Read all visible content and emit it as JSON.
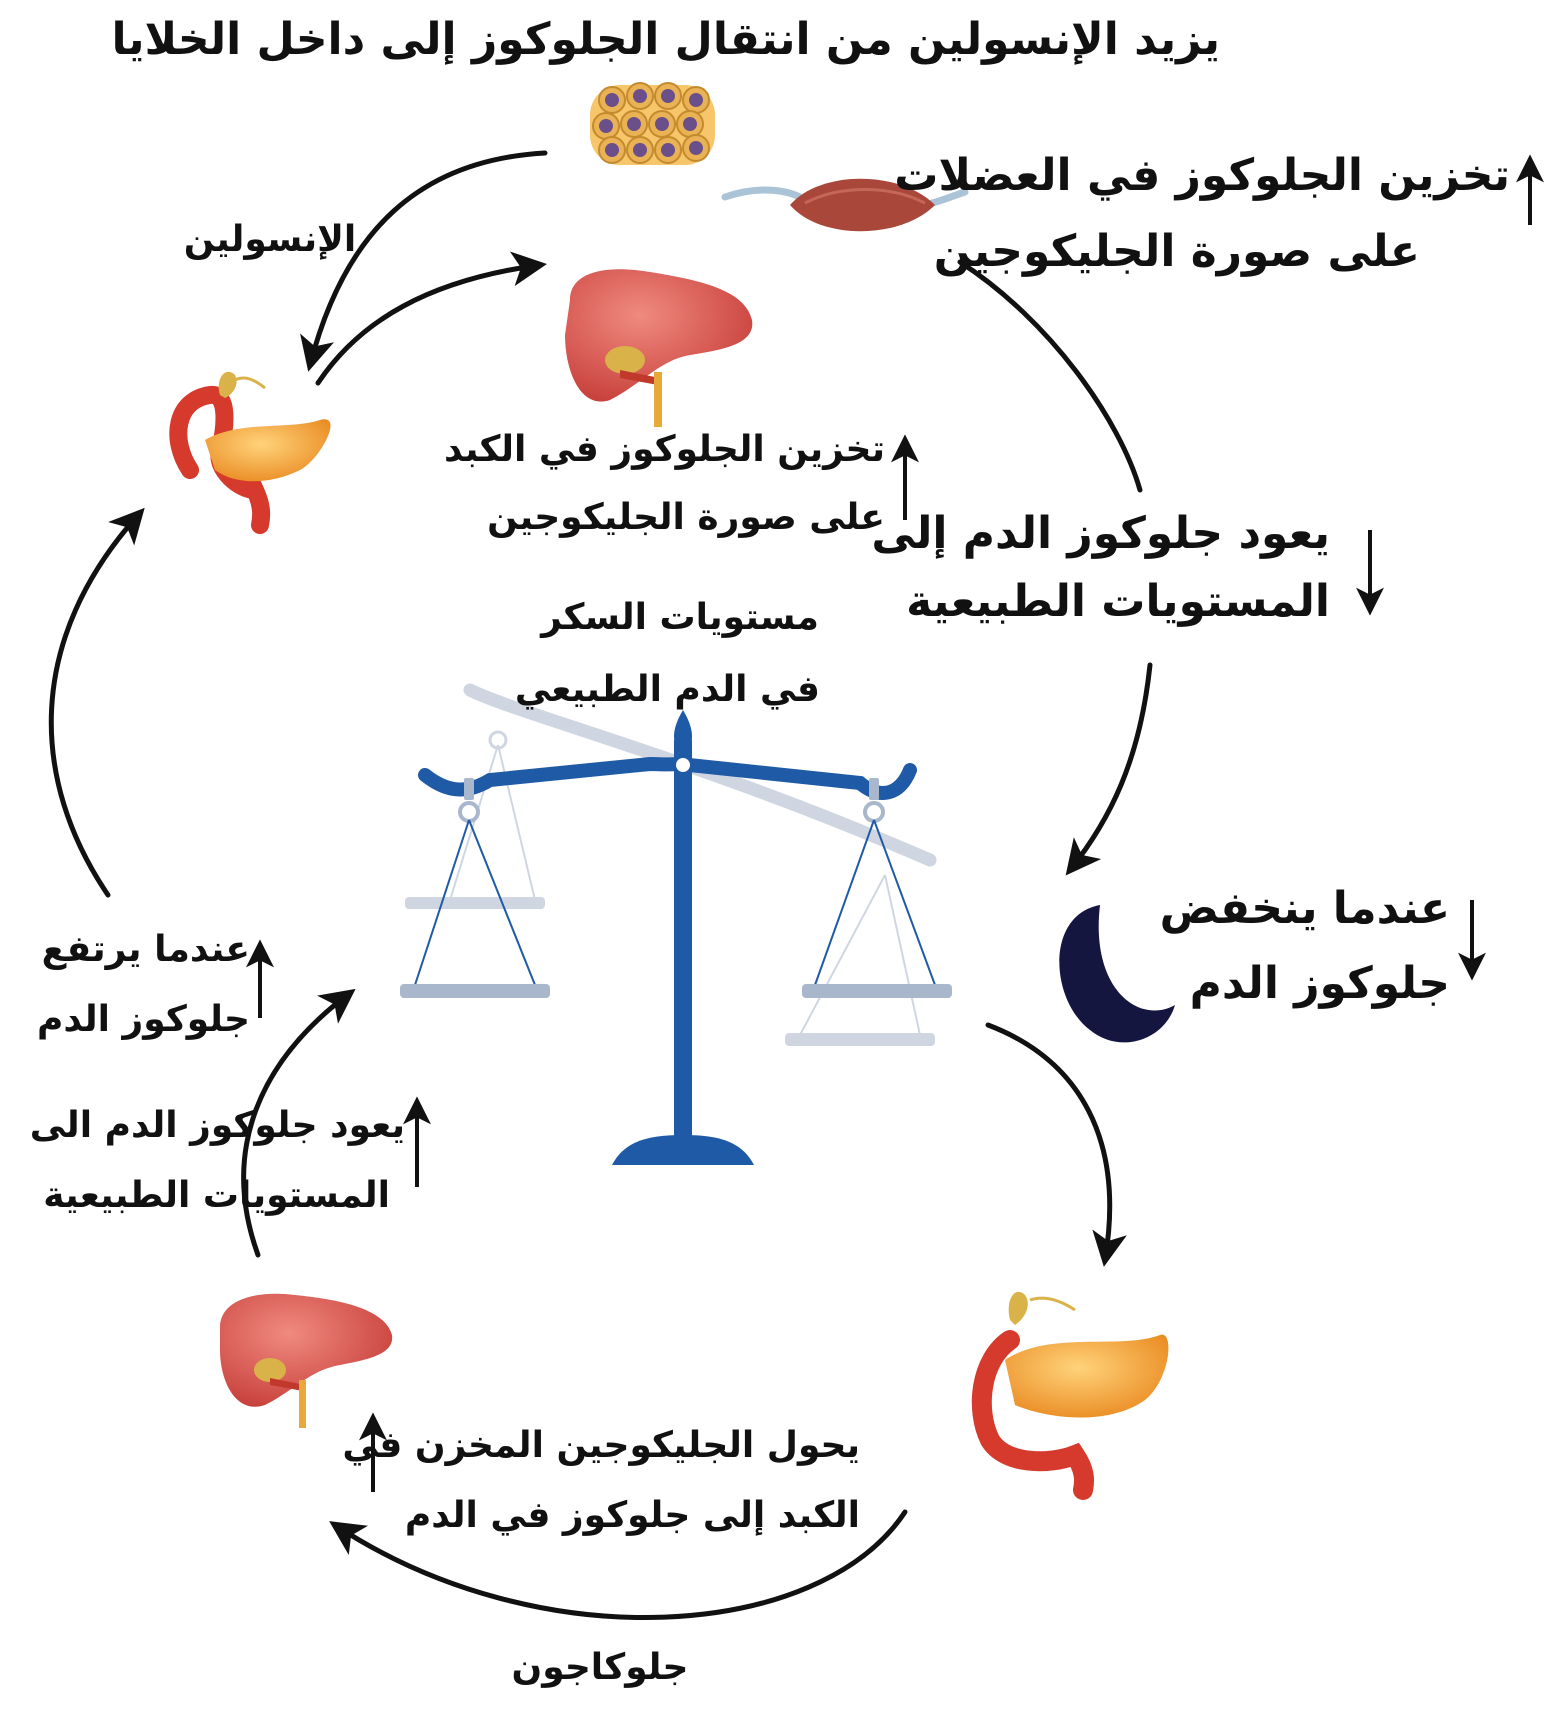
{
  "title": "يزيد الإنسولين من انتقال الجلوكوز إلى داخل الخلايا",
  "insulin_label": "الإنسولين",
  "muscle_storage": {
    "line1": "تخزين الجلوكوز في العضلات",
    "line2": "على صورة الجليكوجين"
  },
  "liver_storage": {
    "line1": "تخزين الجلوكوز في الكبد",
    "line2": "على صورة الجليكوجين"
  },
  "return_normal_right": {
    "line1": "يعود جلوكوز الدم إلى",
    "line2": "المستويات الطبيعية"
  },
  "center_label": {
    "line1": "مستويات السكر",
    "line2": "في الدم الطبيعي"
  },
  "glucose_falls": {
    "line1": "عندما ينخفض",
    "line2": "جلوكوز الدم"
  },
  "glucose_rises": {
    "line1": "عندما يرتفع",
    "line2": "جلوكوز الدم"
  },
  "return_normal_left": {
    "line1": "يعود جلوكوز الدم الى",
    "line2": "المستويات الطبيعية"
  },
  "liver_conversion": {
    "line1": "يحول الجليكوجين المخزن في",
    "line2": "الكبد إلى جلوكوز في الدم"
  },
  "glucagon_label": "جلوكاجون",
  "icons": [
    "cells-cluster-icon",
    "muscle-icon",
    "liver-icon",
    "pancreas-icon",
    "balance-scale-icon",
    "moon-icon",
    "up-arrow-icon",
    "down-arrow-icon"
  ],
  "colors": {
    "scale": "#1f5aa6",
    "scale_dark": "#163f7d",
    "moon": "#14163f",
    "liver": "#d9534f",
    "pancreas": "#f0a030",
    "cells": "#6a4f8a",
    "arrow": "#111111"
  }
}
